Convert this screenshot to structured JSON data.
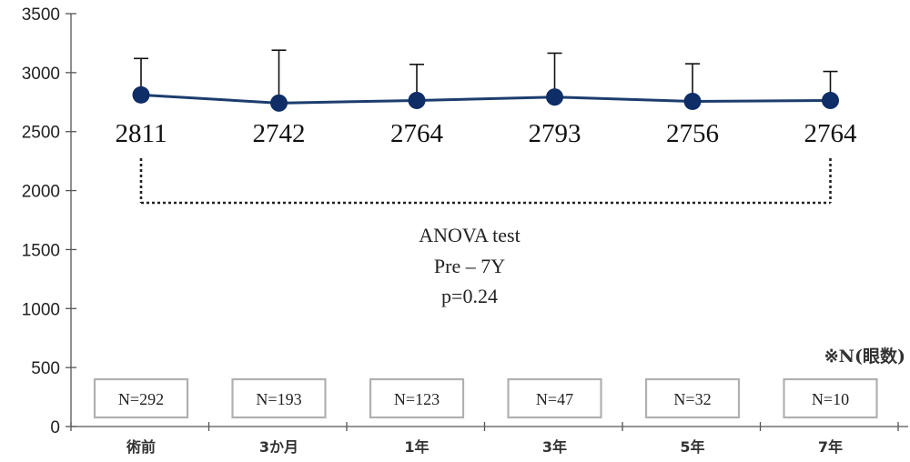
{
  "chart_data": {
    "type": "line",
    "categories": [
      "術前",
      "3か月",
      "1年",
      "3年",
      "5年",
      "7年"
    ],
    "series": [
      {
        "values": [
          2811,
          2742,
          2764,
          2793,
          2756,
          2764
        ],
        "error_upper": [
          3120,
          3190,
          3070,
          3165,
          3075,
          3010
        ],
        "color": "#1c3d6e"
      }
    ],
    "data_labels": [
      "2811",
      "2742",
      "2764",
      "2793",
      "2756",
      "2764"
    ],
    "ylim": [
      0,
      3500
    ],
    "yticks": [
      0,
      500,
      1000,
      1500,
      2000,
      2500,
      3000,
      3500
    ],
    "grid": false,
    "n_labels": [
      "N=292",
      "N=193",
      "N=123",
      "N=47",
      "N=32",
      "N=10"
    ],
    "n_note": "※N(眼数)",
    "annotation": {
      "lines": [
        "ANOVA test",
        "Pre – 7Y",
        "p=0.24"
      ],
      "bracket_from": "術前",
      "bracket_to": "7年"
    },
    "colors": {
      "line": "#1c3d6e",
      "marker": "#0f2d66",
      "axis": "#555555",
      "nbox_border": "#b0b0b0"
    }
  }
}
